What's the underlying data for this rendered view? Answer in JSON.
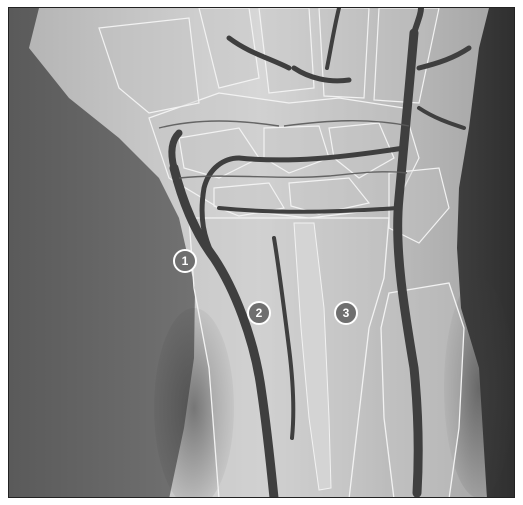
{
  "image": {
    "subject": "wrist-anatomy-overlay",
    "icon": "anatomy-photo"
  },
  "markers": [
    {
      "id": "marker-1",
      "label": "1"
    },
    {
      "id": "marker-2",
      "label": "2"
    },
    {
      "id": "marker-3",
      "label": "3"
    }
  ],
  "colors": {
    "background": "#5b5b5b",
    "skin": "#cfcfcf",
    "bone": "#bcbcbc",
    "vessel": "#4a4a4a",
    "marker": "#6f6f6f"
  }
}
